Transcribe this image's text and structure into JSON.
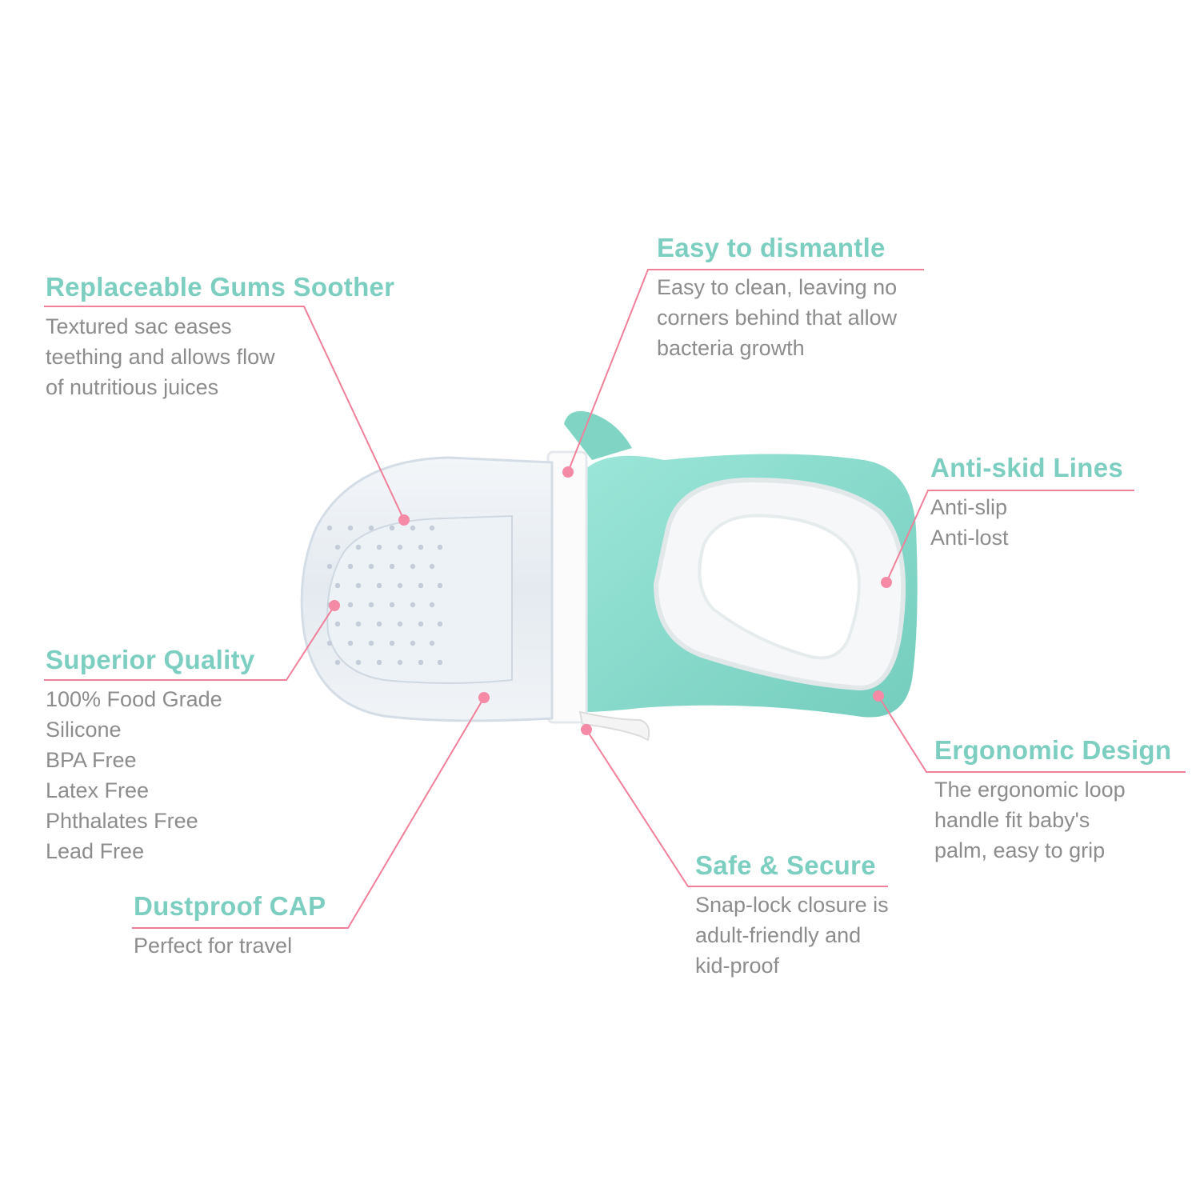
{
  "colors": {
    "title": "#7ccfc0",
    "text": "#8c8c8c",
    "leader": "#f07f9a",
    "dot": "#f48aa5",
    "product_teal": "#8fe0d1",
    "product_teal_dark": "#6fcab9",
    "product_clear": "#e6ecf2"
  },
  "features": [
    {
      "id": "replaceable-gums-soother",
      "title": "Replaceable Gums Soother",
      "lines": [
        "Textured sac eases",
        "teething  and allows flow",
        "of nutritious juices"
      ]
    },
    {
      "id": "easy-to-dismantle",
      "title": "Easy to dismantle",
      "lines": [
        "Easy to clean, leaving no",
        "corners behind that allow",
        "bacteria growth"
      ]
    },
    {
      "id": "anti-skid-lines",
      "title": "Anti-skid Lines",
      "lines": [
        "Anti-slip",
        "Anti-lost"
      ]
    },
    {
      "id": "superior-quality",
      "title": "Superior Quality",
      "lines": [
        "100% Food Grade",
        "Silicone",
        "BPA Free",
        "Latex Free",
        "Phthalates Free",
        "Lead Free"
      ]
    },
    {
      "id": "ergonomic-design",
      "title": "Ergonomic Design",
      "lines": [
        "The ergonomic loop",
        "handle fit baby's",
        "palm, easy to grip"
      ]
    },
    {
      "id": "safe-and-secure",
      "title": "Safe & Secure",
      "lines": [
        "Snap-lock closure is",
        "adult-friendly and",
        "kid-proof"
      ]
    },
    {
      "id": "dustproof-cap",
      "title": "Dustproof CAP",
      "lines": [
        "Perfect for travel"
      ]
    }
  ]
}
